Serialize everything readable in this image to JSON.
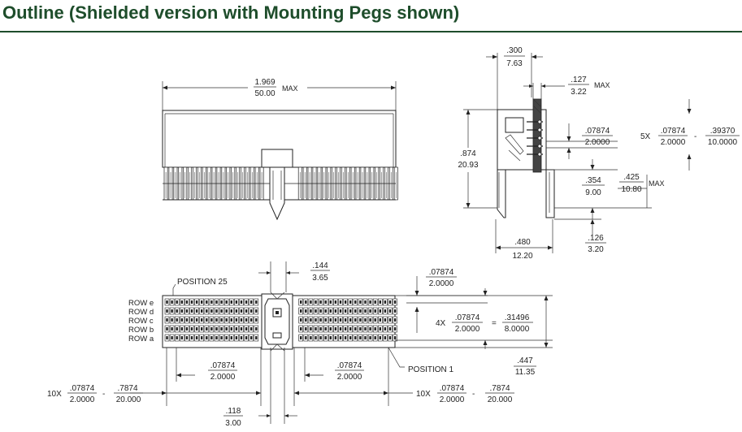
{
  "title": "Outline (Shielded version with Mounting Pegs shown)",
  "colors": {
    "title": "#1e4d2b",
    "line": "#222222"
  },
  "front_view": {
    "width_in": "1.969",
    "width_mm": "50.00",
    "width_suffix": "MAX"
  },
  "side_view": {
    "depth_in": ".300",
    "depth_mm": "7.63",
    "shield_in": ".127",
    "shield_mm": "3.22",
    "shield_suffix": "MAX",
    "height_in": ".874",
    "height_mm": "20.93",
    "pitch_in": ".07874",
    "pitch_mm": "2.0000",
    "row_count": "5X",
    "row_pitch_in": ".07874",
    "row_pitch_mm": "2.0000",
    "row_dash": "-",
    "row_total_in": ".39370",
    "row_total_mm": "10.0000",
    "tail_in": ".354",
    "tail_mm": "9.00",
    "peg_in": ".425",
    "peg_mm": "10.80",
    "peg_suffix": "MAX",
    "foot_in": ".480",
    "foot_mm": "12.20",
    "peg_len_in": ".126",
    "peg_len_mm": "3.20"
  },
  "bottom_view": {
    "position_25": "POSITION 25",
    "position_1": "POSITION 1",
    "rows": [
      "ROW e",
      "ROW d",
      "ROW c",
      "ROW b",
      "ROW a"
    ],
    "center_in": ".144",
    "center_mm": "3.65",
    "top_pitch_in": ".07874",
    "top_pitch_mm": "2.0000",
    "row_count": "4X",
    "row_pitch_in": ".07874",
    "row_pitch_mm": "2.0000",
    "eq": "=",
    "row_total_in": ".31496",
    "row_total_mm": "8.0000",
    "overall_in": ".447",
    "overall_mm": "11.35",
    "col_pitch_left_in": ".07874",
    "col_pitch_left_mm": "2.0000",
    "col_pitch_right_in": ".07874",
    "col_pitch_right_mm": "2.0000",
    "left_count": "10X",
    "left_pitch_in": ".07874",
    "left_pitch_mm": "2.0000",
    "left_dash": "-",
    "left_total_in": ".7874",
    "left_total_mm": "20.000",
    "right_count": "10X",
    "right_pitch_in": ".07874",
    "right_pitch_mm": "2.0000",
    "right_dash": "-",
    "right_total_in": ".7874",
    "right_total_mm": "20.000",
    "gap_in": ".118",
    "gap_mm": "3.00"
  }
}
